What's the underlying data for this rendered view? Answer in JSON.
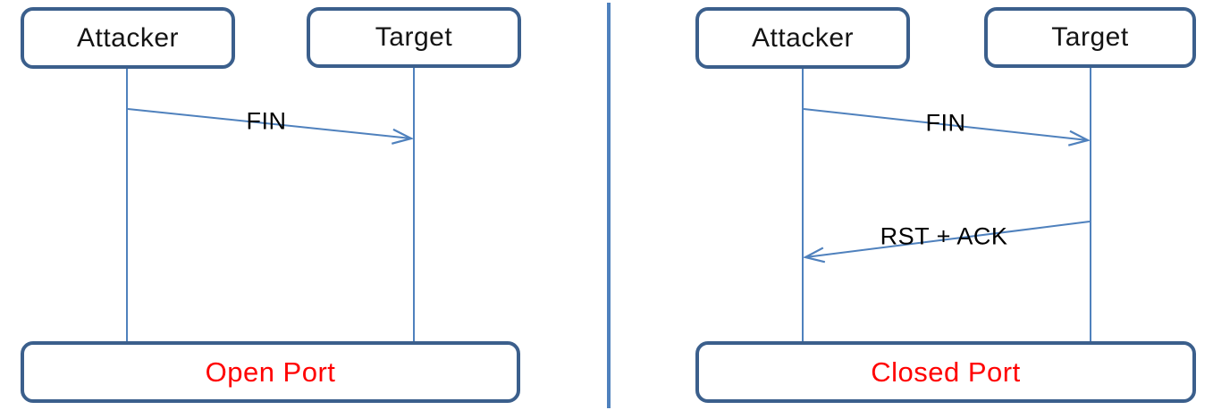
{
  "left_panel": {
    "attacker_label": "Attacker",
    "target_label": "Target",
    "message_label": "FIN",
    "result_label": "Open Port"
  },
  "right_panel": {
    "attacker_label": "Attacker",
    "target_label": "Target",
    "message1_label": "FIN",
    "message2_label": "RST + ACK",
    "result_label": "Closed Port"
  },
  "colors": {
    "box_border_blue": "#3b5f8c",
    "line_blue": "#4f81bd",
    "result_text_red": "#ff0000",
    "actor_text_black": "#141414"
  }
}
